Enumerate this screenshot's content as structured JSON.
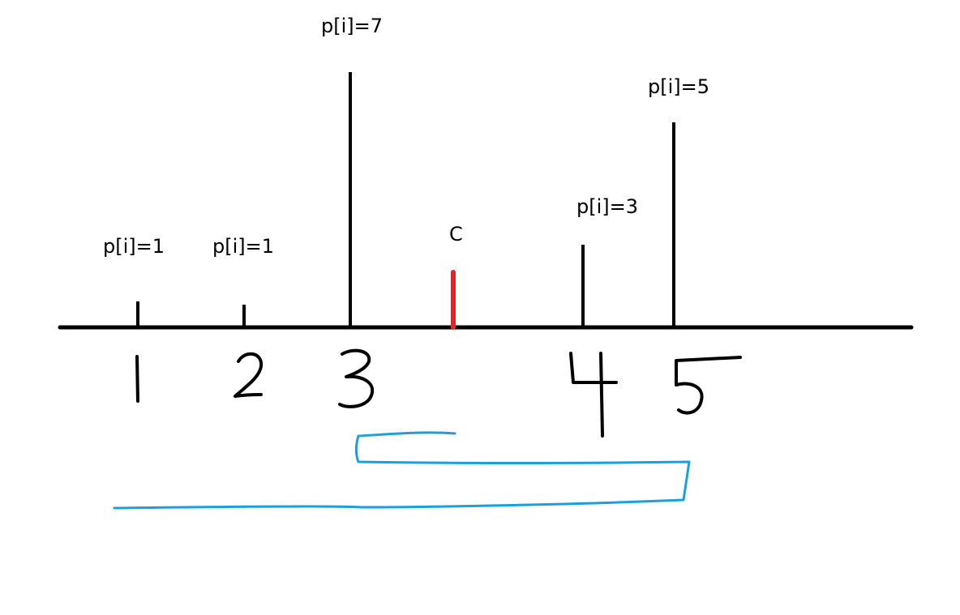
{
  "diagram": {
    "colors": {
      "background": "#ffffff",
      "ink": "#000000",
      "center_marker": "#e3242b",
      "span_stroke": "#1a9fe0"
    },
    "stems": [
      {
        "index": "1",
        "label": "p[i]=1"
      },
      {
        "index": "2",
        "label": "p[i]=1"
      },
      {
        "index": "3",
        "label": "p[i]=7"
      },
      {
        "index": "4",
        "label": "p[i]=3"
      },
      {
        "index": "5",
        "label": "p[i]=5"
      }
    ],
    "center": {
      "label": "C"
    }
  }
}
